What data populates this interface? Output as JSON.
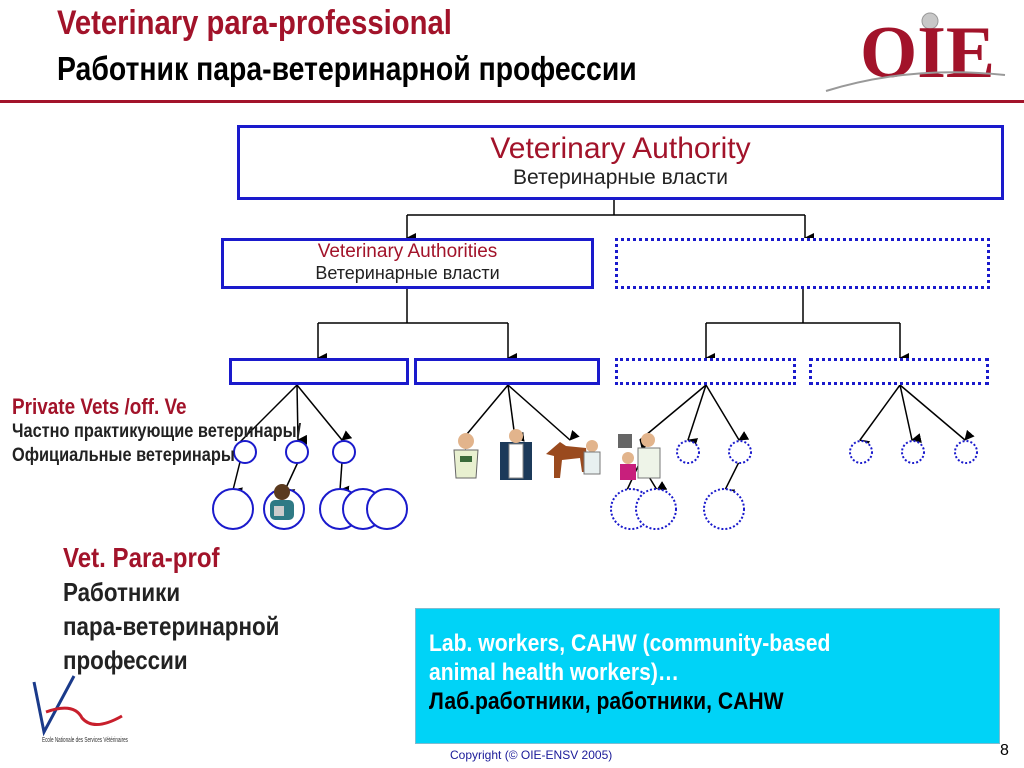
{
  "header": {
    "title_en": "Veterinary para-professional",
    "title_ru": "Работник пара-ветеринарной профессии",
    "logo_text": "OIE"
  },
  "diagram": {
    "top_box": {
      "en": "Veterinary Authority",
      "ru": "Ветеринарные власти"
    },
    "mid_box": {
      "en": "Veterinary Authorities",
      "ru": "Ветеринарные власти"
    }
  },
  "private_vets": {
    "en": "Private Vets /off. Ve",
    "ru_line1": "Частно практикующие ветеринары/",
    "ru_line2": "Официальные  ветеринары"
  },
  "para_prof": {
    "en": "Vet. Para-prof",
    "ru_line1": "Работники",
    "ru_line2": "пара-ветеринарной",
    "ru_line3": "профессии"
  },
  "info_box": {
    "line1": "Lab. workers, CAHW (community-based",
    "line2": "animal health workers)…",
    "line3": "Лаб.работники, работники, CAHW"
  },
  "footer": {
    "copyright": "Copyright (© OIE-ENSV 2005)",
    "page_number": "8",
    "school_logo_text": "Ecole Nationale des Services Vétérinaires"
  },
  "colors": {
    "accent_red": "#a2132a",
    "diagram_blue": "#1a1acc",
    "info_cyan": "#00d3f7"
  }
}
